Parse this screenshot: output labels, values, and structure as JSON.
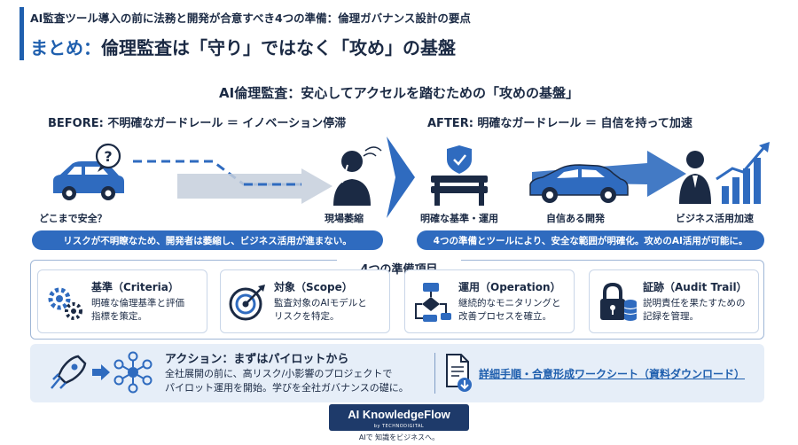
{
  "header": {
    "subtitle": "AI監査ツール導入の前に法務と開発が合意すべき4つの準備：倫理ガバナンス設計の要点",
    "title_prefix": "まとめ：",
    "title_main": "倫理監査は「守り」ではなく「攻め」の基盤"
  },
  "comparison": {
    "heading": "AI倫理監査：安心してアクセルを踏むための「攻めの基盤」",
    "before": {
      "heading": "BEFORE: 不明確なガードレール ＝ イノベーション停滞",
      "label_left": "どこまで安全？",
      "label_right": "現場萎縮",
      "summary": "リスクが不明瞭なため、開発者は萎縮し、ビジネス活用が進まない。"
    },
    "after": {
      "heading": "AFTER: 明確なガードレール ＝ 自信を持って加速",
      "label_left": "明確な基準・運用",
      "label_center": "自信ある開発",
      "label_right": "ビジネス活用加速",
      "summary": "4つの準備とツールにより、安全な範囲が明確化。攻めのAI活用が可能に。"
    }
  },
  "preparations": {
    "title": "4つの準備項目",
    "items": [
      {
        "title": "基準（Criteria）",
        "desc1": "明確な倫理基準と評価",
        "desc2": "指標を策定。",
        "icon": "gears-icon"
      },
      {
        "title": "対象（Scope）",
        "desc1": "監査対象のAIモデルと",
        "desc2": "リスクを特定。",
        "icon": "target-icon"
      },
      {
        "title": "運用（Operation）",
        "desc1": "継続的なモニタリングと",
        "desc2": "改善プロセスを確立。",
        "icon": "flowchart-icon"
      },
      {
        "title": "証跡（Audit Trail）",
        "desc1": "説明責任を果たすための",
        "desc2": "記録を管理。",
        "icon": "lock-database-icon"
      }
    ]
  },
  "action": {
    "title": "アクション：まずはパイロットから",
    "desc1": "全社展開の前に、高リスク/小影響のプロジェクトで",
    "desc2": "パイロット運用を開始。学びを全社ガバナンスの礎に。",
    "link": "詳細手順・合意形成ワークシート（資料ダウンロード）"
  },
  "brand": {
    "logo": "AI KnowledgeFlow",
    "by": "by TECHNODIGITAL",
    "tagline": "AIで 知識をビジネスへ。"
  },
  "colors": {
    "primary": "#1f5fae",
    "dark": "#1b2a44",
    "pill": "#2f6bbf",
    "light_panel": "#e6eef8"
  }
}
